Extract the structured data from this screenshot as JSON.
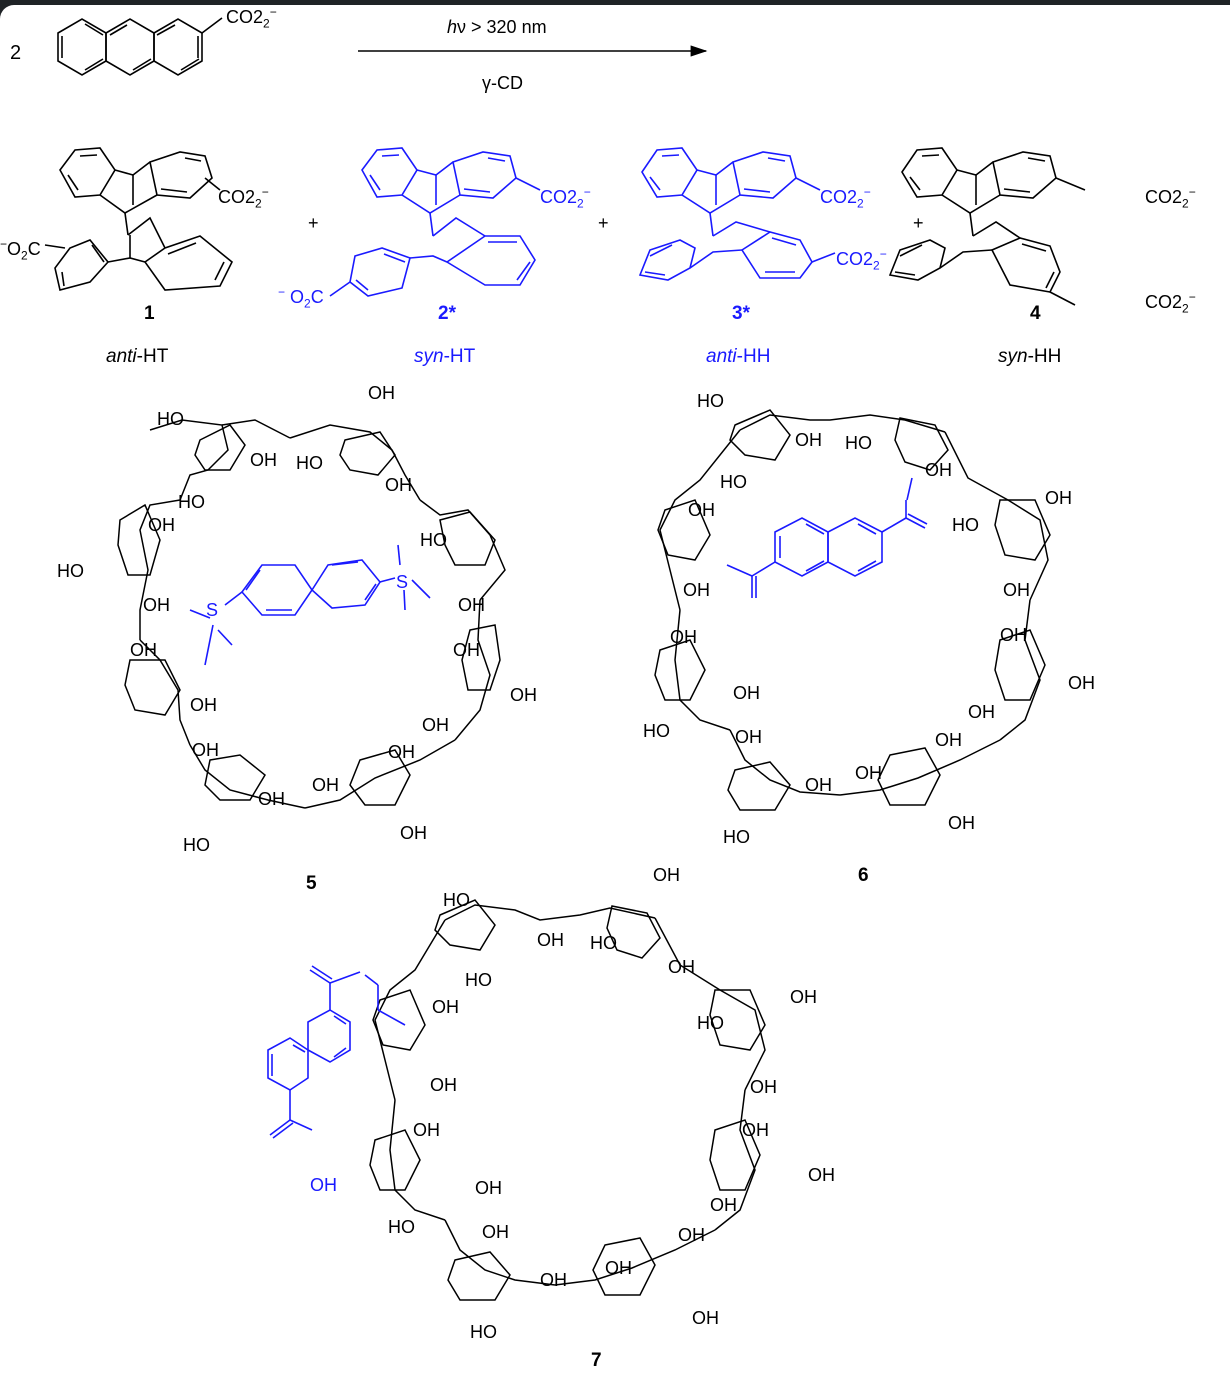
{
  "figure": {
    "type": "reaction-scheme",
    "colors": {
      "ink": "#000000",
      "highlight": "#1a1aff",
      "background": "#ffffff",
      "frame": "#1f2326"
    }
  },
  "reaction": {
    "stoichiometry": "2",
    "reactant": {
      "name": "anthracene-2-carboxylate",
      "substituent": "CO2−"
    },
    "conditions": {
      "above_arrow": "hν > 320 nm",
      "above_arrow_italic": "h",
      "above_arrow_rest": "ν > 320 nm",
      "below_arrow": "γ-CD"
    },
    "plus": "+"
  },
  "products": [
    {
      "number": "1",
      "name_italic": "anti",
      "name_rest": "-HT",
      "highlighted": false,
      "groups": [
        "CO2−",
        "−O2C"
      ]
    },
    {
      "number": "2*",
      "name_italic": "syn",
      "name_rest": "-HT",
      "highlighted": true,
      "groups": [
        "CO2−",
        "−O2C"
      ]
    },
    {
      "number": "3*",
      "name_italic": "anti",
      "name_rest": "-HH",
      "highlighted": true,
      "groups": [
        "CO2−",
        "CO2−"
      ]
    },
    {
      "number": "4",
      "name_italic": "syn",
      "name_rest": "-HH",
      "highlighted": false,
      "groups": [
        "CO2−",
        "CO2−"
      ]
    }
  ],
  "hosts": [
    {
      "number": "5",
      "description": "γ-CD capped with biphenyl-4,4'-disulfonyl bridge",
      "cap_highlighted": true
    },
    {
      "number": "6",
      "description": "γ-CD capped with naphthalene-2,6-dicarboxylate diester bridge",
      "cap_highlighted": true
    },
    {
      "number": "7",
      "description": "γ-CD with pendant 6-carboxy-2-naphthoate ester",
      "cap_highlighted": true
    }
  ],
  "atom_labels": {
    "OH": "OH",
    "HO": "HO",
    "O": "O",
    "S": "S",
    "CO2": "CO2",
    "O2C": "O2C",
    "minus": "−",
    "sub2": "2"
  }
}
